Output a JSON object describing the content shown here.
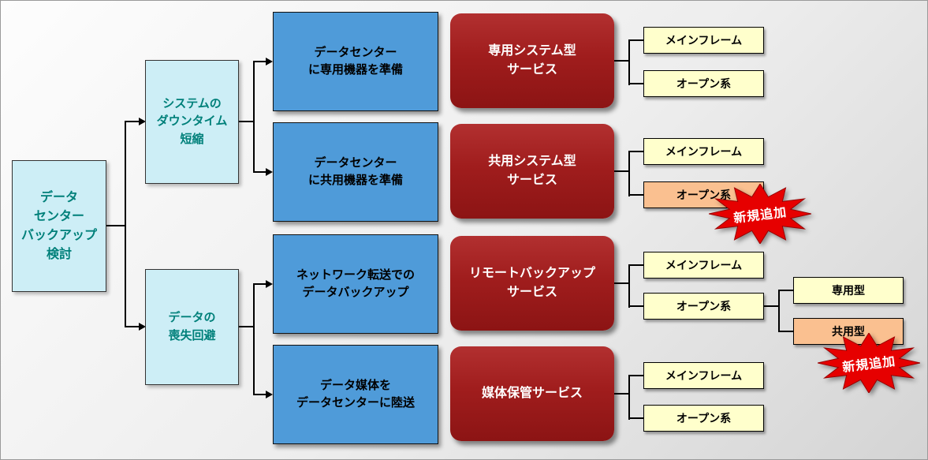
{
  "colors": {
    "root_fill": "#cdeef6",
    "root_text": "#00807a",
    "method_fill": "#4f9bd9",
    "service_fill": "#a01d1d",
    "service_text": "#ffffff",
    "platform_fill": "#ffffcc",
    "platform_highlight_fill": "#fac090",
    "badge_fill": "#e60000",
    "badge_text": "#ffffff",
    "line": "#000000"
  },
  "root": {
    "label": "データ\nセンター\nバックアップ\n検討"
  },
  "goals": [
    {
      "label": "システムの\nダウンタイム\n短縮"
    },
    {
      "label": "データの\n喪失回避"
    }
  ],
  "methods": [
    {
      "label": "データセンター\nに専用機器を準備"
    },
    {
      "label": "データセンター\nに共用機器を準備"
    },
    {
      "label": "ネットワーク転送での\nデータバックアップ"
    },
    {
      "label": "データ媒体を\nデータセンターに陸送"
    }
  ],
  "services": [
    {
      "label": "専用システム型\nサービス",
      "platforms": [
        {
          "label": "メインフレーム"
        },
        {
          "label": "オープン系"
        }
      ]
    },
    {
      "label": "共用システム型\nサービス",
      "platforms": [
        {
          "label": "メインフレーム"
        },
        {
          "label": "オープン系",
          "highlight": true
        }
      ]
    },
    {
      "label": "リモートバックアップ\nサービス",
      "platforms": [
        {
          "label": "メインフレーム"
        },
        {
          "label": "オープン系"
        }
      ]
    },
    {
      "label": "媒体保管サービス",
      "platforms": [
        {
          "label": "メインフレーム"
        },
        {
          "label": "オープン系"
        }
      ]
    }
  ],
  "subtypes": [
    {
      "label": "専用型"
    },
    {
      "label": "共用型",
      "highlight": true
    }
  ],
  "badges": [
    {
      "label": "新規追加"
    },
    {
      "label": "新規追加"
    }
  ]
}
